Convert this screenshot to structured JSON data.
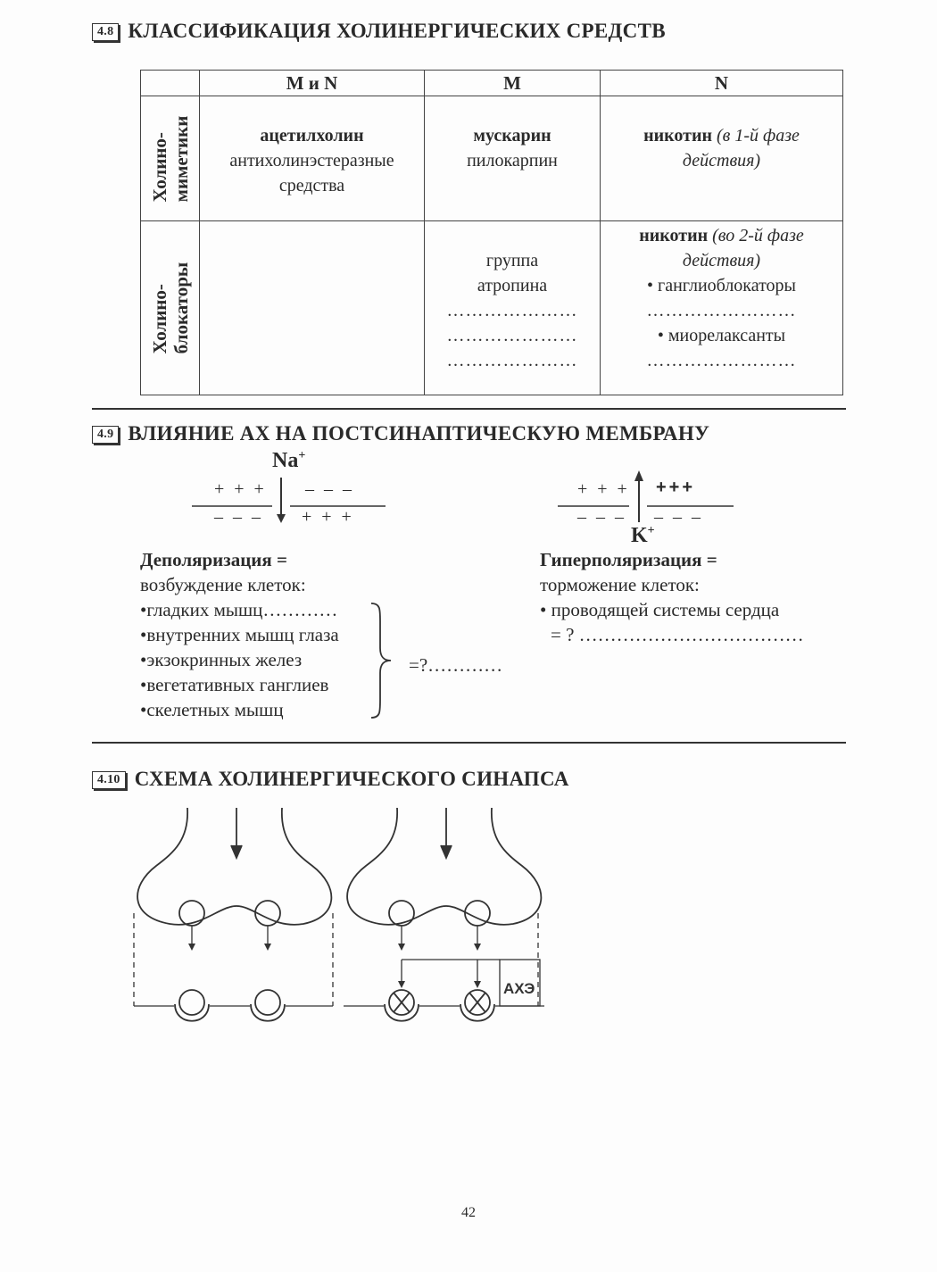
{
  "s48": {
    "badge": "4.8",
    "title": "КЛАССИФИКАЦИЯ ХОЛИНЕРГИЧЕСКИХ СРЕДСТВ",
    "headers": [
      "",
      "M и N",
      "M",
      "N"
    ],
    "rows": [
      {
        "label_1": "Холино-",
        "label_2": "миметики",
        "mn_bold": "ацетилхолин",
        "mn_l2": "антихолинэстеразные",
        "mn_l3": "средства",
        "m_bold": "мускарин",
        "m_l2": "пилокарпин",
        "n_bold": "никотин",
        "n_ital_1": "(в 1-й фазе",
        "n_ital_2": "действия)"
      },
      {
        "label_1": "Холино-",
        "label_2": "блокаторы",
        "m_l1": "группа",
        "m_l2": "атропина",
        "m_dots": "…………………",
        "n_bold": "никотин",
        "n_ital_1": "(во 2-й фазе",
        "n_ital_2": "действия)",
        "n_b1": "• ганглиоблокаторы",
        "n_b2": "• миорелаксанты",
        "n_dots": "……………………"
      }
    ]
  },
  "s49": {
    "badge": "4.9",
    "title": "ВЛИЯНИЕ АХ НА ПОСТСИНАПТИЧЕСКУЮ МЕМБРАНУ",
    "na": "Na",
    "k": "K",
    "plus": "+",
    "plus3": "+ + +",
    "plus3_bold": "+++",
    "minus3": "– – –",
    "left_head": "Деполяризация =",
    "left_sub": "возбуждение клеток:",
    "left_items": [
      "•гладких мышц…………",
      "•внутренних мышц глаза",
      "•экзокринных желез",
      "•вегетативных ганглиев",
      "•скелетных мышц"
    ],
    "left_answer": "=?…………",
    "right_head": "Гиперполяризация =",
    "right_sub": "торможение клеток:",
    "right_item": "• проводящей системы сердца",
    "right_answer": "= ? ………………………………"
  },
  "s410": {
    "badge": "4.10",
    "title": "СХЕМА ХОЛИНЕРГИЧЕСКОГО СИНАПСА",
    "ache": "АХЭ"
  },
  "page_number": "42"
}
